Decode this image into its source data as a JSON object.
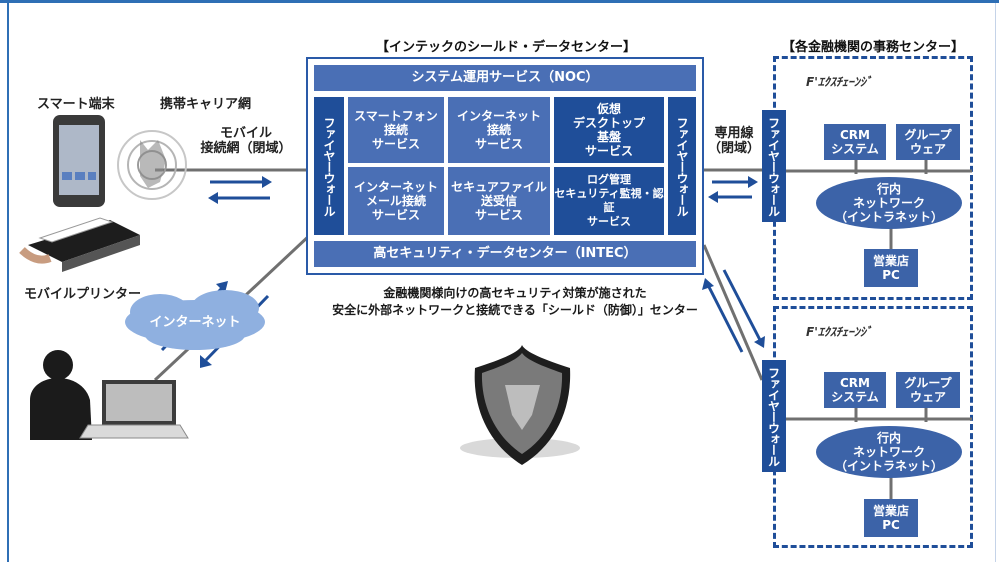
{
  "headers": {
    "intec_center": "【インテックのシールド・データセンター】",
    "bank_center": "【各金融機関の事務センター】"
  },
  "left": {
    "smart_device": "スマート端末",
    "carrier_network": "携帯キャリア網",
    "mobile_network": [
      "モバイル",
      "接続網（閉域）"
    ],
    "mobile_printer": "モバイルプリンター",
    "internet": "インターネット"
  },
  "datacenter": {
    "noc": "システム運用サービス（NOC）",
    "firewall_left": "ファイヤーウォール",
    "firewall_right": "ファイヤーウォール",
    "services": [
      [
        "スマートフォン",
        "接続",
        "サービス"
      ],
      [
        "インターネット",
        "接続",
        "サービス"
      ],
      [
        "仮想",
        "デスクトップ",
        "基盤",
        "サービス"
      ],
      [
        "インターネット",
        "メール接続",
        "サービス"
      ],
      [
        "セキュアファイル",
        "送受信",
        "サービス"
      ],
      [
        "ログ管理",
        "セキュリティ監視・認証",
        "サービス"
      ]
    ],
    "intec": "高セキュリティ・データセンター（INTEC）"
  },
  "leased_line": [
    "専用線",
    "（閉域）"
  ],
  "caption": [
    "金融機関様向けの高セキュリティ対策が施された",
    "安全に外部ネットワークと接続できる「シールド（防御）」センター"
  ],
  "bank": {
    "logo": "F'ｴｸｽﾁｪｰﾝｼﾞ",
    "firewall": "ファイヤーウォール",
    "crm": [
      "CRM",
      "システム"
    ],
    "groupware": [
      "グループ",
      "ウェア"
    ],
    "intranet": [
      "行内",
      "ネットワーク",
      "（イントラネット）"
    ],
    "branch_pc": [
      "営業店",
      "PC"
    ]
  },
  "colors": {
    "dark_blue": "#1f4e99",
    "mid_blue": "#4a6fb5",
    "light_blue": "#8fb0e0",
    "line_gray": "#707070"
  }
}
